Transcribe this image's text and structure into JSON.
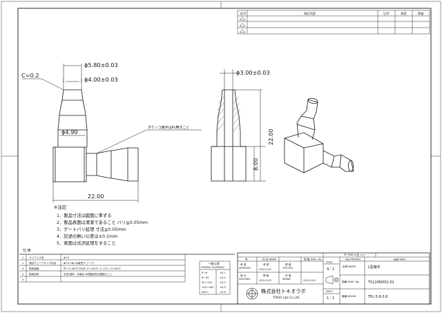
{
  "revision_table": {
    "headers": {
      "mark": "記号",
      "content": "改訂内容",
      "date": "日付",
      "approved": "承認",
      "checked": "照査"
    },
    "rows": [
      "",
      "",
      "",
      ""
    ]
  },
  "front_view": {
    "chamfer": "C=0.2",
    "outer_dia": "ϕ5.80±0.03",
    "inner_dia": "ϕ4.00±0.03",
    "root_dia": "ϕ4.90",
    "width": "22.00",
    "callout": "タケノコ継手はPL無きこと"
  },
  "section_view": {
    "hole_dia": "ϕ3.00±0.03",
    "height_total": "22.00",
    "height_body": "8.00"
  },
  "notes": {
    "title": "※注記",
    "items": [
      "1．製品寸法は図面に準ずる",
      "2．製品表面は清潔であること バリ≦0.05mm",
      "3．ゲートバリ処理 寸法≦0.05mm",
      "4．記述の無い公差は±0.1mm",
      "5．表面は光沢処理をすること"
    ]
  },
  "spec": {
    "title": "仕 様",
    "rows": [
      {
        "no": "1",
        "label": "オリフィス径",
        "value": "ϕ3.0"
      },
      {
        "no": "2",
        "label": "適合チューブサイズ内径",
        "value": "ϕ5.0〜ϕ5.8(軟質チューブ)"
      },
      {
        "no": "3",
        "label": "使用温度",
        "value": "PP: 0〜80℃  PVDF: 0〜130℃  ナイロン: 0〜80℃"
      },
      {
        "no": "4",
        "label": "使用流体",
        "value": "空気(液体・水道水 ※耐薬品性を確認のこと"
      },
      {
        "no": "5",
        "label": "",
        "value": ""
      }
    ]
  },
  "tolerance": {
    "title": "一般公差",
    "subtitle": "GENERAL TOLERANCE",
    "rows": [
      {
        "range": "0〜6",
        "value": "±0.1"
      },
      {
        "range": "6〜30",
        "value": "±0.2"
      },
      {
        "range": "30〜120",
        "value": "±0.3"
      },
      {
        "range": "120〜400",
        "value": "±0.5"
      },
      {
        "range": "400〜",
        "value": "±0.8"
      }
    ]
  },
  "title_block": {
    "material_top": "PP, PVDF or ナイロン",
    "material_label": "材質 MATERIAL",
    "finish_label": "処理 FINISH",
    "name_label": "名称 NAME",
    "name_value": "L型継手",
    "drawing_no_label": "図番 DWG. No.",
    "drawing_no_value": "T511M0002-01",
    "model_label": "機種 MODEL",
    "model_value": "TPL-5.8-5.8",
    "scale_label": "SCALE",
    "scale_value": "4／1",
    "sheet_label": "SHEET",
    "sheet_value": "1／1",
    "sig_headers": [
      "名",
      "氏 名 NAME",
      "図 番 DWG. No."
    ],
    "approved": {
      "label": "承 認",
      "sub": "APPROVED",
      "date": "2021/11/25"
    },
    "checked": {
      "label": "照 査",
      "sub": "CHECKED",
      "date": ""
    },
    "designed": {
      "label": "設 計",
      "sub": "DESIGNED",
      "date": "2021/11/25"
    },
    "drawn": {
      "label": "作 図",
      "sub": "DRAWN",
      "date": "2021/11/25"
    },
    "name_cells": [
      "承 認",
      "照 査"
    ],
    "company": "株式会社トキオラボ",
    "company_en": "TOKIO Lab Co.,Ltd."
  }
}
